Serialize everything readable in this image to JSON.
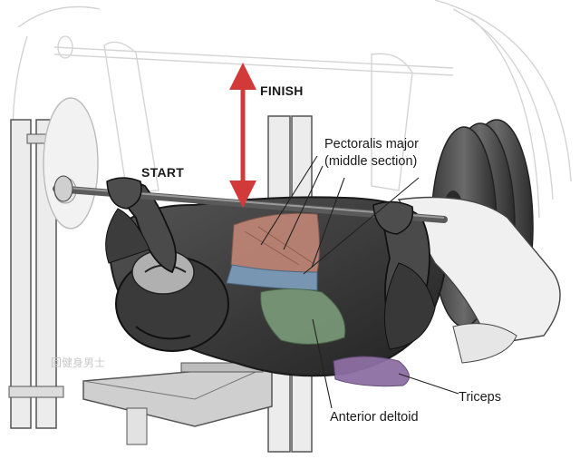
{
  "labels": {
    "finish": "FINISH",
    "start": "START",
    "pectoralis_line1": "Pectoralis major",
    "pectoralis_line2": "(middle section)",
    "triceps": "Triceps",
    "anterior_deltoid": "Anterior deltoid"
  },
  "watermark": "回健身男士",
  "colors": {
    "arrow": "#d23a3a",
    "pectoralis": "#c98a7a",
    "deltoid": "#7b9c7a",
    "deltoid_blue": "#7f9fbf",
    "triceps": "#8d6fa3",
    "skin": "#3a3a3a"
  }
}
